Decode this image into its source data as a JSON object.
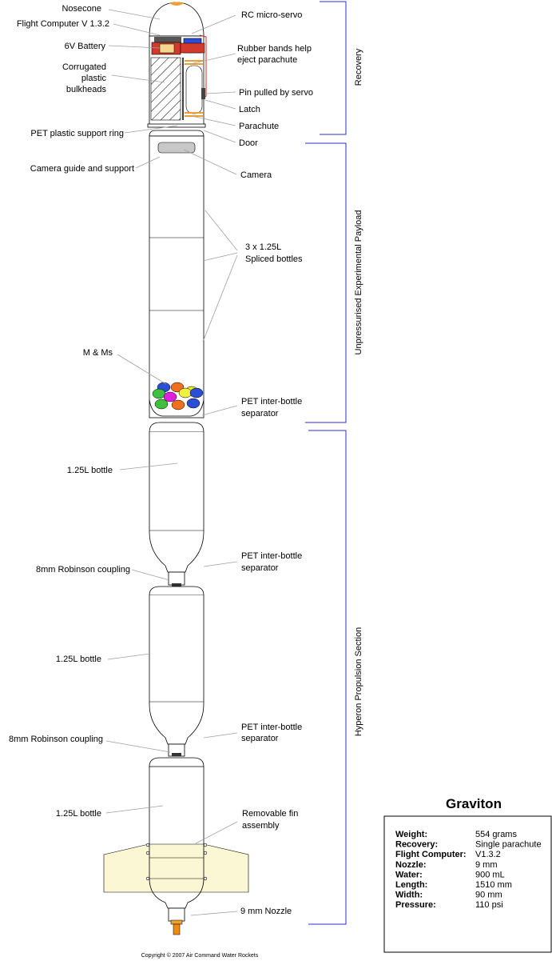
{
  "title": "Graviton",
  "copyright": "Copyright © 2007 Air Command Water Rockets",
  "labels_left": {
    "nosecone": "Nosecone",
    "flight_computer": "Flight Computer V 1.3.2",
    "battery": "6V Battery",
    "bulkheads_1": "Corrugated",
    "bulkheads_2": "plastic",
    "bulkheads_3": "bulkheads",
    "support_ring": "PET plastic support ring",
    "camera_guide": "Camera guide and support",
    "mms": "M & Ms",
    "bottle_1": "1.25L bottle",
    "coupling_1": "8mm Robinson coupling",
    "bottle_2": "1.25L bottle",
    "coupling_2": "8mm Robinson coupling",
    "bottle_3": "1.25L bottle"
  },
  "labels_right": {
    "servo": "RC micro-servo",
    "rubber_1": "Rubber bands help",
    "rubber_2": "eject parachute",
    "pin": "Pin pulled by servo",
    "latch": "Latch",
    "parachute": "Parachute",
    "door": "Door",
    "camera": "Camera",
    "spliced_1": "3 x 1.25L",
    "spliced_2": "Spliced bottles",
    "separator_1a": "PET inter-bottle",
    "separator_1b": "separator",
    "separator_2a": "PET inter-bottle",
    "separator_2b": "separator",
    "separator_3a": "PET inter-bottle",
    "separator_3b": "separator",
    "fin_1": "Removable fin",
    "fin_2": "assembly",
    "nozzle": "9 mm Nozzle"
  },
  "sections": {
    "recovery": "Recovery",
    "payload": "Unpressurised Experimental Payload",
    "propulsion": "Hyperon Propulsion Section"
  },
  "specs": [
    {
      "key": "Weight:",
      "value": "554 grams"
    },
    {
      "key": "Recovery:",
      "value": "Single parachute"
    },
    {
      "key": "Flight Computer:",
      "value": "V1.3.2"
    },
    {
      "key": "Nozzle:",
      "value": "9 mm"
    },
    {
      "key": "Water:",
      "value": "900 mL"
    },
    {
      "key": "Length:",
      "value": "1510 mm"
    },
    {
      "key": "Width:",
      "value": "90 mm"
    },
    {
      "key": "Pressure:",
      "value": "110 psi"
    }
  ],
  "colors": {
    "nosecone_tip": "#f0a030",
    "servo": "#2a4fd6",
    "fin": "#fbf7d4",
    "bracket": "#2b2bd6",
    "latch_band": "#f0a030",
    "nozzle": "#f08a10",
    "mms": [
      "#2a4fd6",
      "#f07020",
      "#f0f020",
      "#40c040",
      "#e020e0",
      "#f0f040",
      "#2a4fd6",
      "#40c040",
      "#f07020",
      "#2a4fd6"
    ]
  }
}
